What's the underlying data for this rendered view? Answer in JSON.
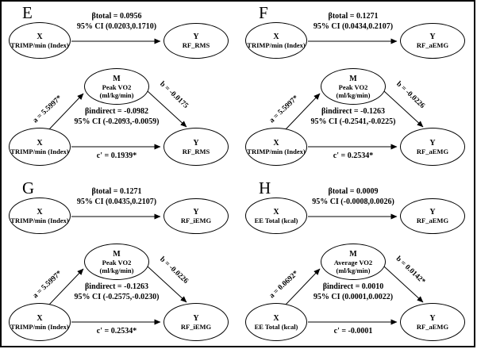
{
  "figure": {
    "description_colors": {
      "ink": "#000000",
      "background": "#ffffff"
    },
    "panels": [
      {
        "letter": "E",
        "total": {
          "x_title": "X",
          "x_sub": "TRIMP/min (Index)",
          "y_title": "Y",
          "y_sub": "RF_RMS",
          "stat1": "βtotal = 0.0956",
          "stat2": "95% CI (0.0203,0.1710)"
        },
        "mediation": {
          "m_title": "M",
          "m_sub": "Peak VO2",
          "m_unit": "(ml/kg/min)",
          "x_title": "X",
          "x_sub": "TRIMP/min (Index)",
          "y_title": "Y",
          "y_sub": "RF_RMS",
          "a_label": "a = 5.5997*",
          "b_label": "b = -0.0175",
          "c_label": "c' = 0.1939*",
          "stat1": "βindirect = -0.0982",
          "stat2": "95% CI (-0.2093,-0.0059)"
        }
      },
      {
        "letter": "F",
        "total": {
          "x_title": "X",
          "x_sub": "TRIMP/min (Index)",
          "y_title": "Y",
          "y_sub": "RF_aEMG",
          "stat1": "βtotal = 0.1271",
          "stat2": "95% CI (0.0434,0.2107)"
        },
        "mediation": {
          "m_title": "M",
          "m_sub": "Peak VO2",
          "m_unit": "(ml/kg/min)",
          "x_title": "X",
          "x_sub": "TRIMP/min (Index)",
          "y_title": "Y",
          "y_sub": "RF_aEMG",
          "a_label": "a = 5.5997*",
          "b_label": "b = -0.0226",
          "c_label": "c' = 0.2534*",
          "stat1": "βindirect = -0.1263",
          "stat2": "95% CI (-0.2541,-0.0225)"
        }
      },
      {
        "letter": "G",
        "total": {
          "x_title": "X",
          "x_sub": "TRIMP/min (Index)",
          "y_title": "Y",
          "y_sub": "RF_iEMG",
          "stat1": "βtotal = 0.1271",
          "stat2": "95% CI (0.0435,0.2107)"
        },
        "mediation": {
          "m_title": "M",
          "m_sub": "Peak VO2",
          "m_unit": "(ml/kg/min)",
          "x_title": "X",
          "x_sub": "TRIMP/min (Index)",
          "y_title": "Y",
          "y_sub": "RF_iEMG",
          "a_label": "a = 5.5997*",
          "b_label": "b = -0.0226",
          "c_label": "c' = 0.2534*",
          "stat1": "βindirect = -0.1263",
          "stat2": "95% CI (-0.2575,-0.0230)"
        }
      },
      {
        "letter": "H",
        "total": {
          "x_title": "X",
          "x_sub": "EE Total (kcal)",
          "y_title": "Y",
          "y_sub": "RF_aEMG",
          "stat1": "βtotal = 0.0009",
          "stat2": "95% CI (-0.0008,0.0026)"
        },
        "mediation": {
          "m_title": "M",
          "m_sub": "Average VO2",
          "m_unit": "(ml/kg/min)",
          "x_title": "X",
          "x_sub": "EE Total (kcal)",
          "y_title": "Y",
          "y_sub": "RF_aEMG",
          "a_label": "a = 0.0692*",
          "b_label": "b = 0.0142*",
          "c_label": "c' = -0.0001",
          "stat1": "βindirect = 0.0010",
          "stat2": "95% CI (0.0001,0.0022)"
        }
      }
    ]
  }
}
